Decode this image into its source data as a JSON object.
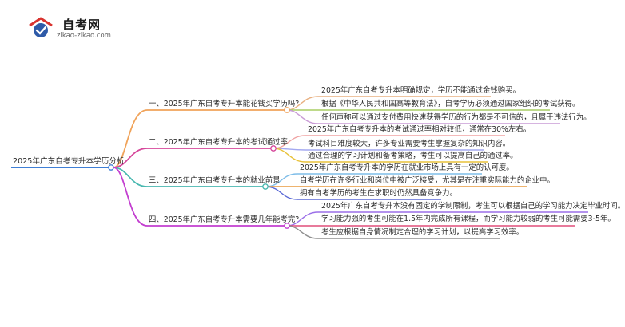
{
  "brand": {
    "name": "自考网",
    "url": "zikao-zikao.com"
  },
  "root": {
    "label": "2025年广东自考专升本学历分析",
    "color": "#3f7fd6"
  },
  "branches": [
    {
      "label": "一、2025年广东自考专升本能花钱买学历吗?",
      "color": "#f0a35a",
      "leaves": [
        {
          "label": "2025年广东自考专升本明确规定，学历不能通过金钱购买。",
          "color": "#e8b080"
        },
        {
          "label": "根据《中华人民共和国高等教育法》，自考学历必须通过国家组织的考试获得。",
          "color": "#a9cd64"
        },
        {
          "label": "任何声称可以通过支付费用快速获得学历的行为都是不可信的，且属于违法行为。",
          "color": "#c99bd6"
        }
      ]
    },
    {
      "label": "二、2025年广东自考专升本的考试通过率",
      "color": "#d6479b",
      "leaves": [
        {
          "label": "2025年广东自考专升本的考试通过率相对较低，通常在30%左右。",
          "color": "#f0a3a3"
        },
        {
          "label": "考试科目难度较大，许多专业需要考生掌握复杂的知识内容。",
          "color": "#a3a8f0"
        },
        {
          "label": "通过合理的学习计划和备考策略，考生可以提高自己的通过率。",
          "color": "#e8c23a"
        }
      ]
    },
    {
      "label": "三、2025年广东自考专升本的就业前景",
      "color": "#49b8b0",
      "leaves": [
        {
          "label": "2025年广东自考专升本的学历在就业市场上具有一定的认可度。",
          "color": "#7fbde8"
        },
        {
          "label": "自考学历在许多行业和岗位中被广泛接受，尤其是在注重实际能力的企业中。",
          "color": "#e89a3e"
        },
        {
          "label": "拥有自考学历的考生在求职时仍然具备竞争力。",
          "color": "#5a69d6"
        }
      ]
    },
    {
      "label": "四、2025年广东自考专升本需要几年能考完?",
      "color": "#c33fd0",
      "leaves": [
        {
          "label": "2025年广东自考专升本没有固定的学制限制，考生可以根据自己的学习能力决定毕业时间。",
          "color": "#9b6fe8"
        },
        {
          "label": "学习能力强的考生可能在1.5年内完成所有课程，而学习能力较弱的考生可能需要3-5年。",
          "color": "#e04e7a"
        },
        {
          "label": "考生应根据自身情况制定合理的学习计划，以提高学习效率。",
          "color": "#8f8f8f"
        }
      ]
    }
  ]
}
